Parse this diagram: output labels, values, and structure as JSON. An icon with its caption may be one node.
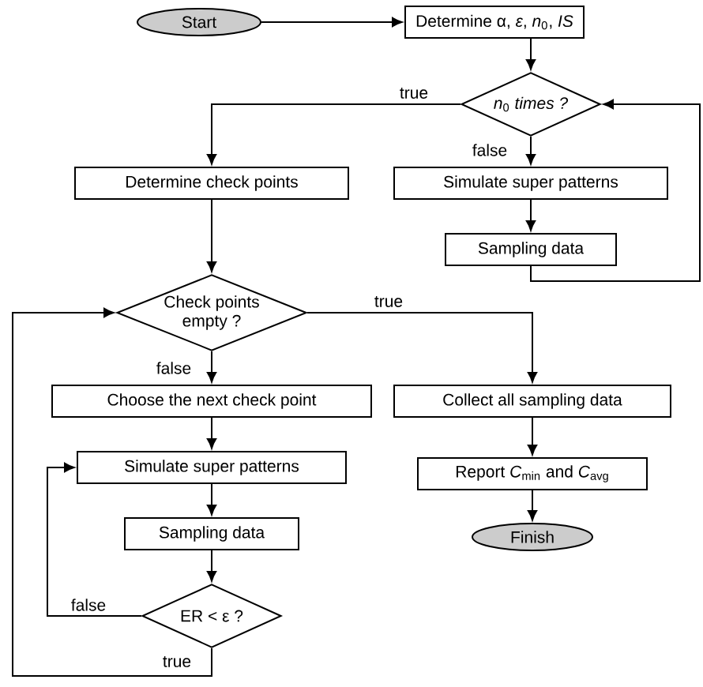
{
  "diagram": {
    "nodes": [
      {
        "text": [
          "Start"
        ]
      },
      {
        "text": [
          "Determine α, *ε*, *n*$_{0}$, *IS*"
        ]
      },
      {
        "text": [
          "*n*$_{0}$ *times ?*"
        ]
      },
      {
        "text": [
          "Determine check points"
        ]
      },
      {
        "text": [
          "Simulate super patterns"
        ]
      },
      {
        "text": [
          "Sampling data"
        ]
      },
      {
        "text": [
          "Check points empty ?"
        ]
      },
      {
        "text": [
          "Choose the next check point"
        ]
      },
      {
        "text": [
          "Collect all sampling data"
        ]
      },
      {
        "text": [
          "Simulate super patterns"
        ]
      },
      {
        "text": [
          "Report *C*$_{min}$ and *C*$_{avg}$"
        ]
      },
      {
        "text": [
          "Sampling data"
        ]
      },
      {
        "text": [
          "Finish"
        ]
      },
      {
        "text": [
          "ER < ε ?"
        ]
      }
    ],
    "edges": [
      {
        "from": 0,
        "to": 1,
        "arrow": "to"
      },
      {
        "from": 1,
        "to": 2,
        "arrow": "to"
      },
      {
        "from": 2,
        "to": 3,
        "arrow": "to",
        "label": "true"
      },
      {
        "from": 2,
        "to": 4,
        "arrow": "to",
        "label": "false"
      },
      {
        "from": 4,
        "to": 5,
        "arrow": "to"
      },
      {
        "from": 5,
        "to": 2,
        "arrow": "to"
      },
      {
        "from": 3,
        "to": 6,
        "arrow": "to"
      },
      {
        "from": 6,
        "to": 7,
        "arrow": "to",
        "label": "false"
      },
      {
        "from": 6,
        "to": 8,
        "arrow": "to",
        "label": "true"
      },
      {
        "from": 7,
        "to": 9,
        "arrow": "to"
      },
      {
        "from": 9,
        "to": 11,
        "arrow": "to"
      },
      {
        "from": 11,
        "to": 13,
        "arrow": "to"
      },
      {
        "from": 13,
        "to": 9,
        "arrow": "to",
        "label": "false"
      },
      {
        "from": 13,
        "to": 6,
        "arrow": "to",
        "label": "true"
      },
      {
        "from": 8,
        "to": 10,
        "arrow": "to"
      },
      {
        "from": 10,
        "to": 12,
        "arrow": "to"
      }
    ]
  }
}
